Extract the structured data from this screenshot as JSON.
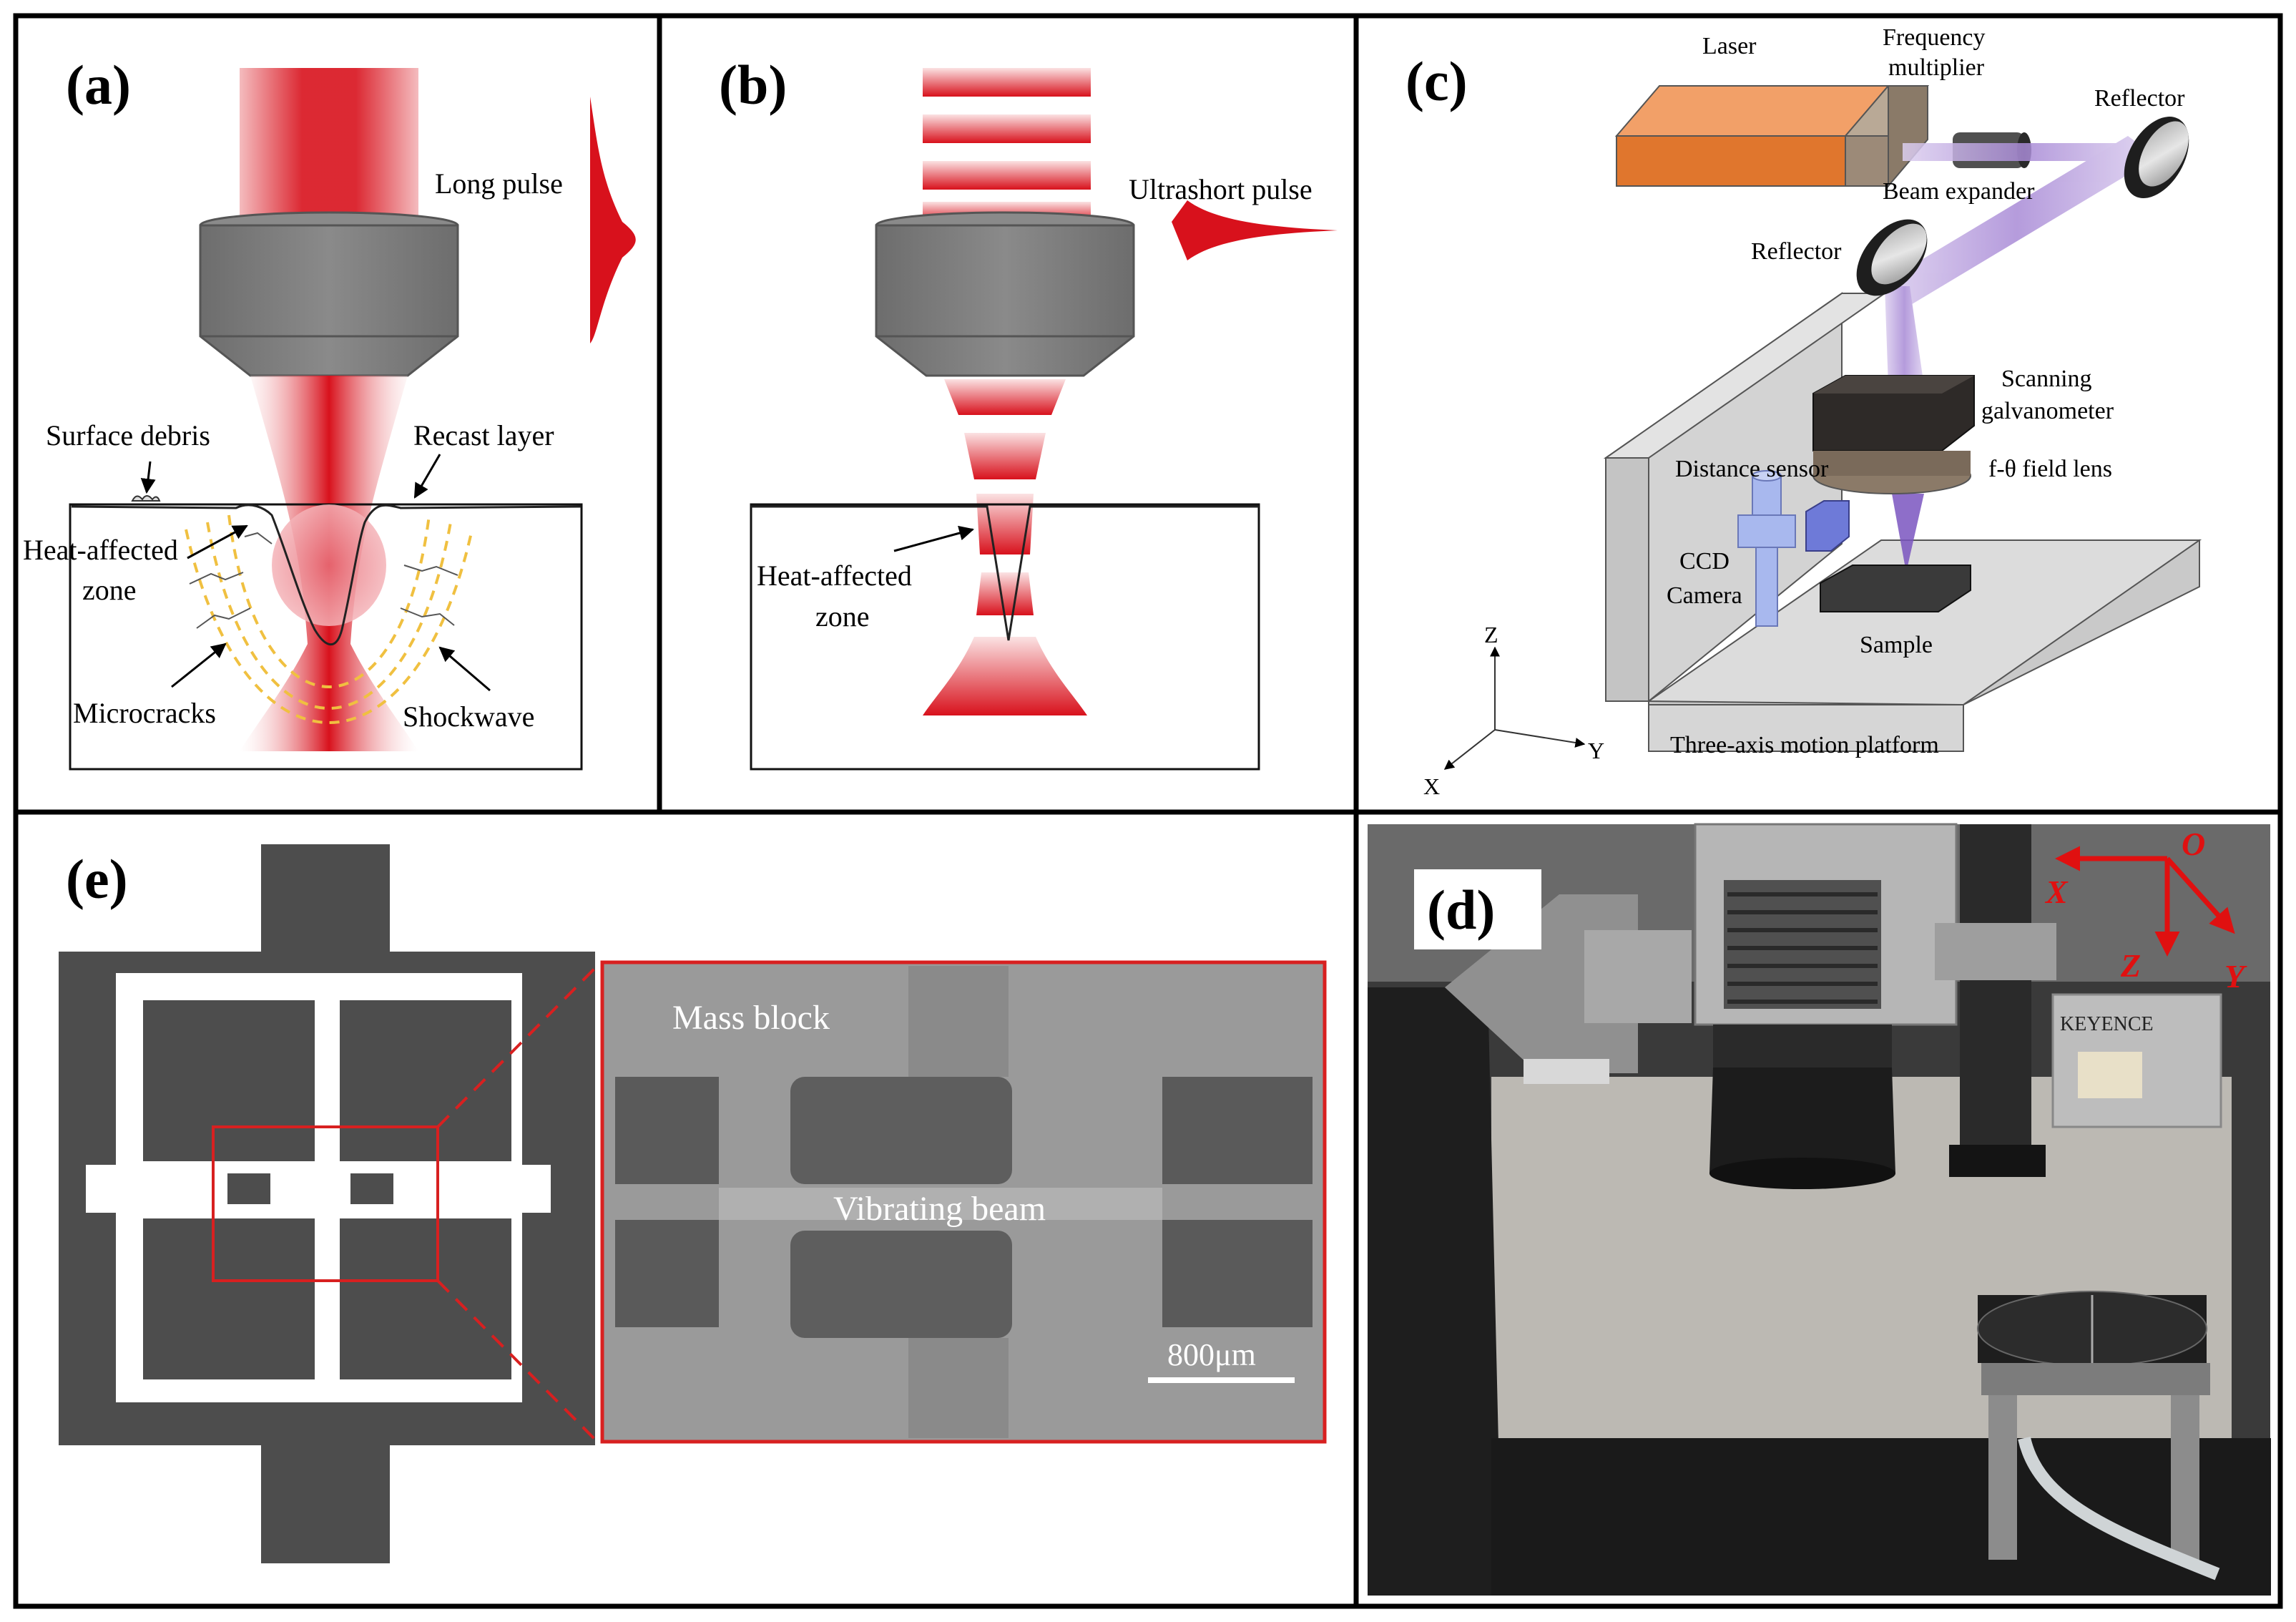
{
  "panels": {
    "a": {
      "label": "(a)",
      "pulse_label": "Long pulse",
      "surface_debris": "Surface debris",
      "recast_layer": "Recast layer",
      "heat_affected_line1": "Heat-affected",
      "heat_affected_line2": "zone",
      "microcracks": "Microcracks",
      "shockwave": "Shockwave"
    },
    "b": {
      "label": "(b)",
      "pulse_label": "Ultrashort pulse",
      "heat_affected_line1": "Heat-affected",
      "heat_affected_line2": "zone"
    },
    "c": {
      "label": "(c)",
      "laser": "Laser",
      "frequency_line1": "Frequency",
      "frequency_line2": "multiplier",
      "reflector_top": "Reflector",
      "beam_expander": "Beam expander",
      "reflector_mid": "Reflector",
      "scanning_line1": "Scanning",
      "scanning_line2": "galvanometer",
      "distance_sensor": "Distance sensor",
      "field_lens": "f-θ field lens",
      "ccd_line1": "CCD",
      "ccd_line2": "Camera",
      "sample": "Sample",
      "platform": "Three-axis motion platform",
      "axis_z": "Z",
      "axis_y": "Y",
      "axis_x": "X"
    },
    "d": {
      "label": "(d)",
      "axis_o": "O",
      "axis_x": "X",
      "axis_z": "Z",
      "axis_y": "Y",
      "brand_text": "KEYENCE"
    },
    "e": {
      "label": "(e)",
      "mass_block": "Mass block",
      "vibrating_beam": "Vibrating beam",
      "scale_bar": "800μm"
    }
  },
  "colors": {
    "laser_red": "#d8111c",
    "lens_gray": "#777777",
    "beam_violet": "#b7a2dc",
    "laser_orange": "#e0762d",
    "frame": "#000000",
    "highlight_red": "#d82020"
  }
}
